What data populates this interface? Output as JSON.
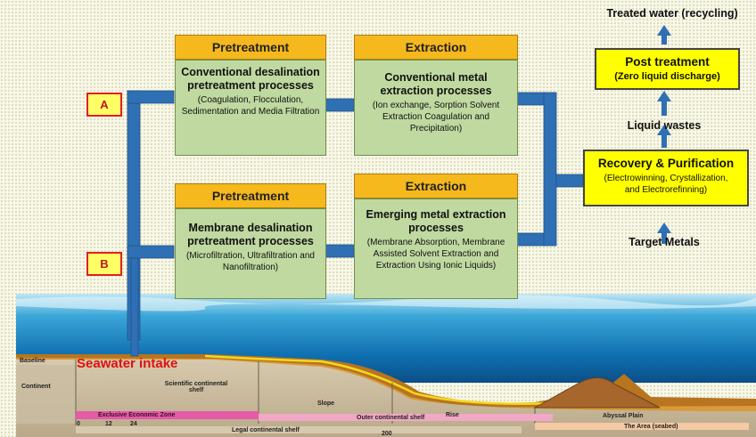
{
  "top": {
    "treated_water": "Treated water (recycling)",
    "post_treatment_title": "Post treatment",
    "post_treatment_sub": "(Zero liquid discharge)",
    "liquid_wastes": "Liquid wastes",
    "recovery_title": "Recovery & Purification",
    "recovery_sub1": "(Electrowinning, Crystallization,",
    "recovery_sub2": "and Electrorefinning)",
    "target_metals": "Target Metals"
  },
  "route_a": {
    "marker": "A",
    "pre_header": "Pretreatment",
    "pre_title": "Conventional desalination pretreatment processes",
    "pre_desc": "(Coagulation, Flocculation, Sedimentation and Media Filtration",
    "ext_header": "Extraction",
    "ext_title": "Conventional metal extraction processes",
    "ext_desc": "(Ion exchange, Sorption Solvent Extraction Coagulation and Precipitation)"
  },
  "route_b": {
    "marker": "B",
    "pre_header": "Pretreatment",
    "pre_title": "Membrane desalination pretreatment processes",
    "pre_desc": "(Microfiltration, Ultrafiltration and Nanofiltration)",
    "ext_header": "Extraction",
    "ext_title": "Emerging metal extraction processes",
    "ext_desc": "(Membrane Absorption, Membrane Assisted Solvent Extraction and Extraction Using Ionic Liquids)"
  },
  "seabed": {
    "intake": "Seawater intake",
    "baseline": "Baseline",
    "continent": "Continent",
    "scientific_shelf": "Scientific continental shelf",
    "slope": "Slope",
    "rise": "Rise",
    "abyssal": "Abyssal Plain",
    "eez": "Exclusive Economic Zone",
    "outer_shelf": "Outer continental shelf",
    "area": "The Area (seabed)",
    "legal_shelf": "Legal continental shelf",
    "nm": [
      "0",
      "12",
      "24",
      "200"
    ]
  },
  "colors": {
    "header_orange": "#f5b81d",
    "green_box": "#bfd9a0",
    "yellow_box": "#ffff00",
    "connector_blue": "#2f6fb3",
    "intake_red": "#e01010"
  }
}
